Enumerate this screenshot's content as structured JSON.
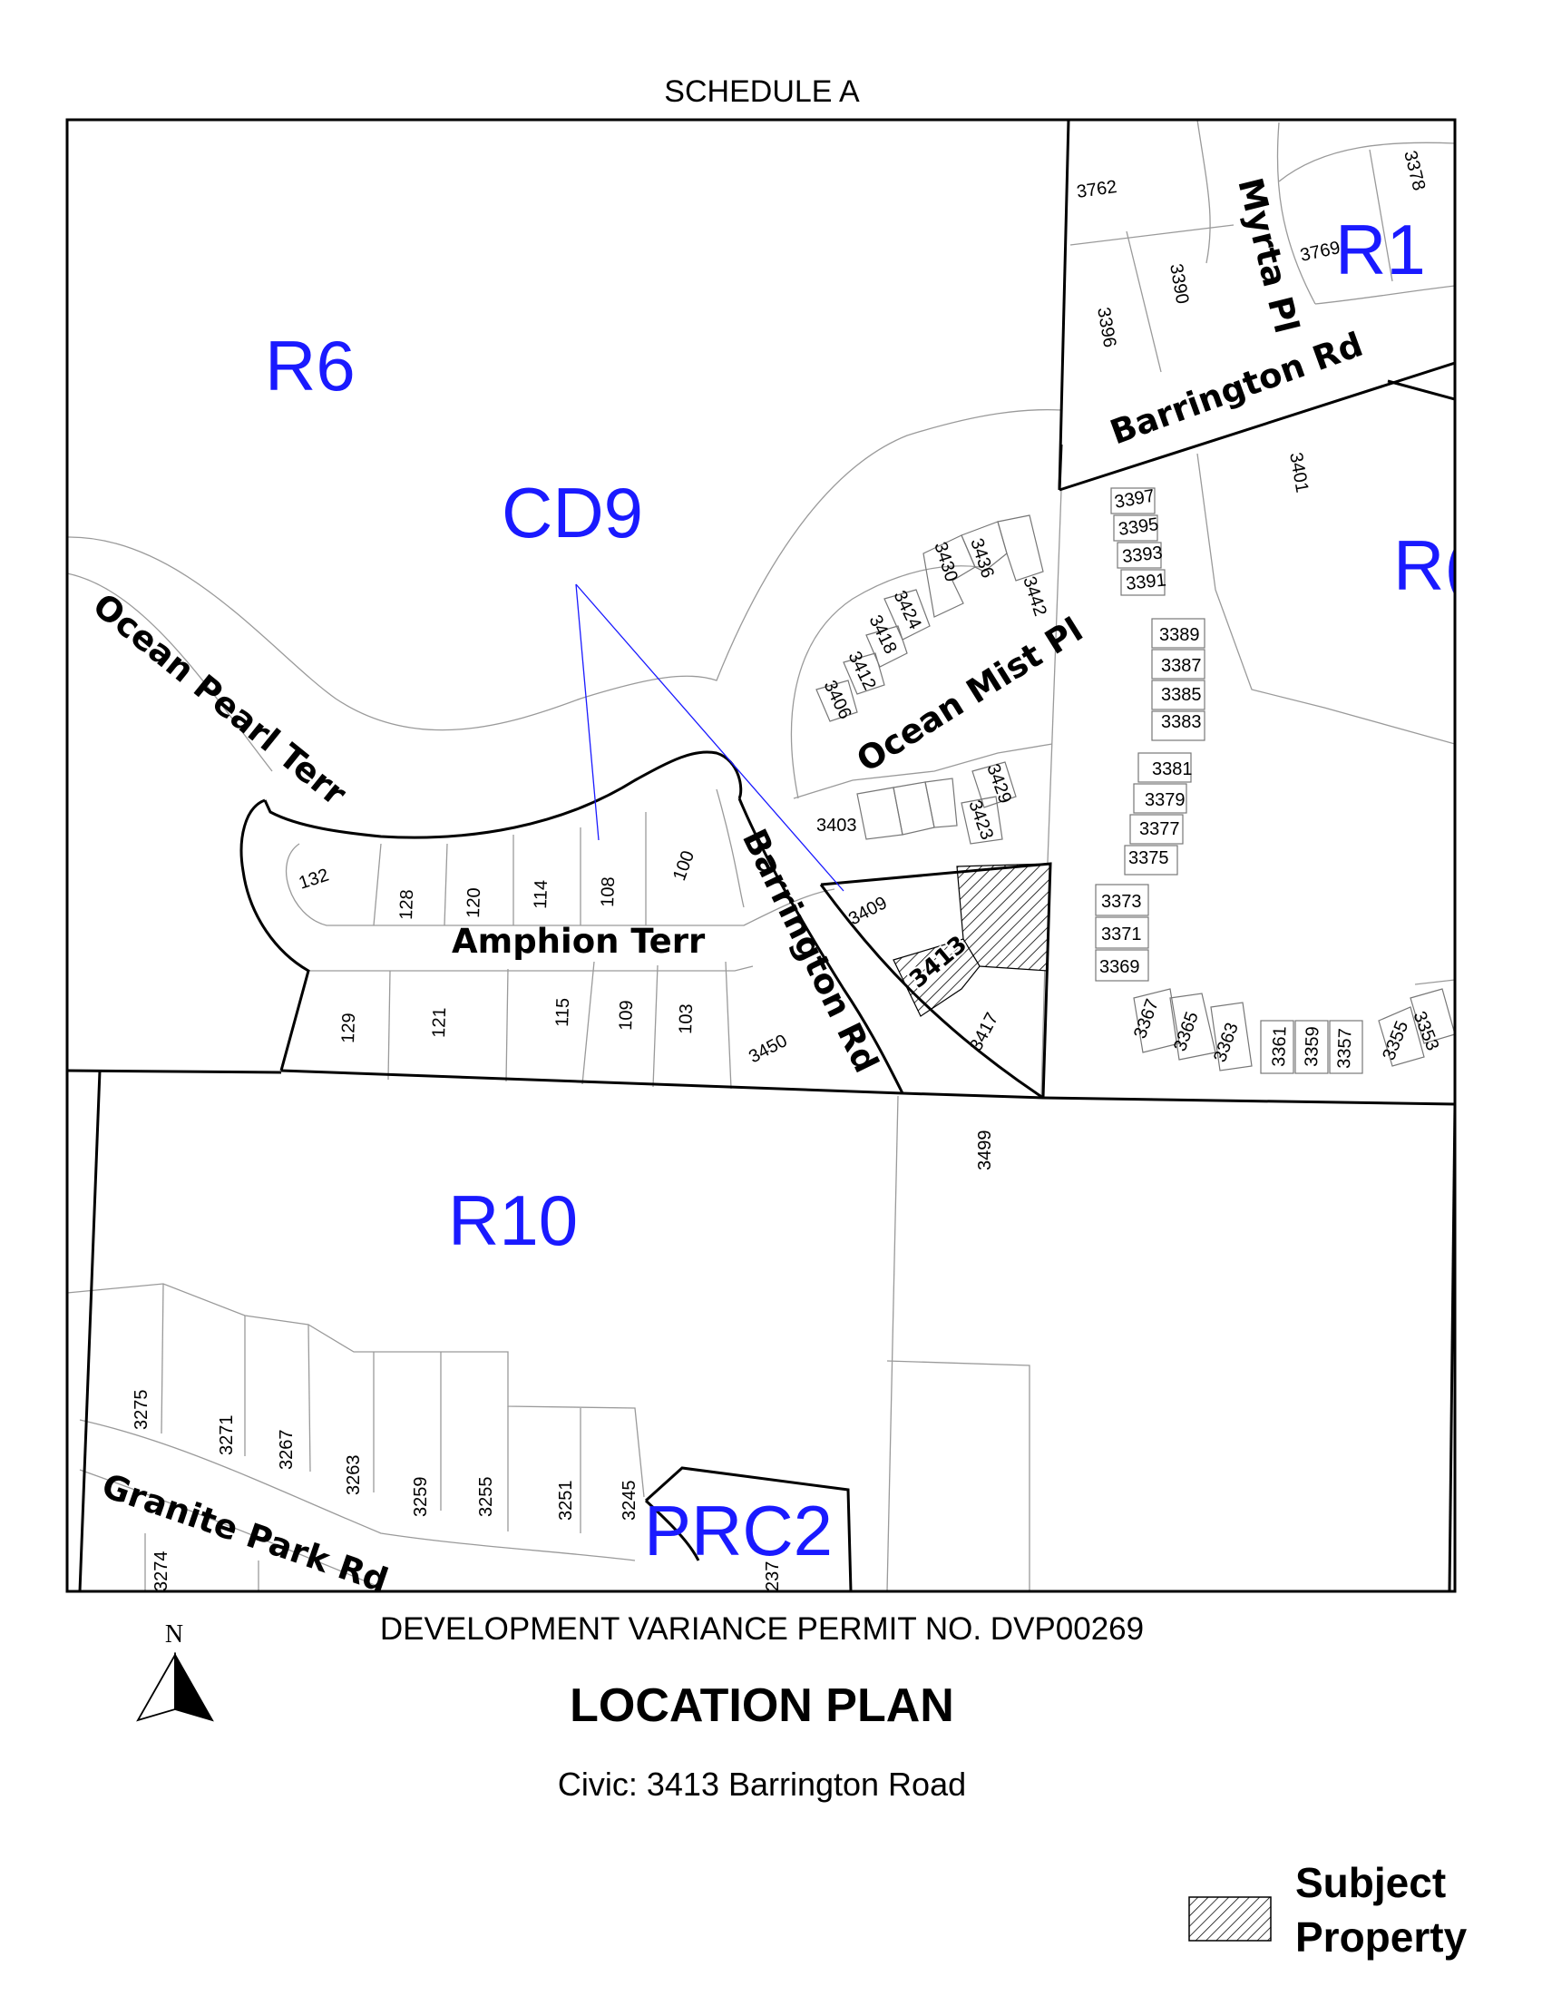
{
  "header": {
    "schedule": "SCHEDULE A"
  },
  "footer": {
    "permit": "DEVELOPMENT VARIANCE PERMIT NO. DVP00269",
    "title": "LOCATION PLAN",
    "civic": "Civic:  3413 Barrington Road"
  },
  "legend": {
    "subject": "Subject",
    "property": "Property"
  },
  "north_label": "N",
  "colors": {
    "zone": "#1a1aff",
    "line": "#000000",
    "parcel": "#9a9a9a"
  },
  "zones": {
    "r6": "R6",
    "cd9": "CD9",
    "r1": "R1",
    "r_cut": "R(",
    "r10": "R10",
    "prc2": "PRC2"
  },
  "roads": {
    "ocean_pearl": "Ocean Pearl Terr",
    "amphion": "Amphion Terr",
    "barrington_main": "Barrington Rd",
    "barrington_ne": "Barrington Rd",
    "myrta": "Myrta Pl",
    "ocean_mist": "Ocean Mist Pl",
    "granite": "Granite Park Rd"
  },
  "lots": {
    "l3762": "3762",
    "l3378": "3378",
    "l3769": "3769",
    "l3390": "3390",
    "l3396": "3396",
    "l3401": "3401",
    "l3397": "3397",
    "l3395": "3395",
    "l3393": "3393",
    "l3391": "3391",
    "l3389": "3389",
    "l3387": "3387",
    "l3385": "3385",
    "l3383": "3383",
    "l3381": "3381",
    "l3379": "3379",
    "l3377": "3377",
    "l3375": "3375",
    "l3373": "3373",
    "l3371": "3371",
    "l3369": "3369",
    "l3367": "3367",
    "l3365": "3365",
    "l3363": "3363",
    "l3361": "3361",
    "l3359": "3359",
    "l3357": "3357",
    "l3355": "3355",
    "l3353": "3353",
    "l3430": "3430",
    "l3436": "3436",
    "l3442": "3442",
    "l3424": "3424",
    "l3418": "3418",
    "l3412": "3412",
    "l3406": "3406",
    "l3403": "3403",
    "l3429": "3429",
    "l3423": "3423",
    "l3409": "3409",
    "l3413": "3413",
    "l3417": "3417",
    "l3450": "3450",
    "l3499": "3499",
    "l132": "132",
    "l128": "128",
    "l120": "120",
    "l114": "114",
    "l108": "108",
    "l100": "100",
    "l129": "129",
    "l121": "121",
    "l115": "115",
    "l109": "109",
    "l103": "103",
    "l3275": "3275",
    "l3271": "3271",
    "l3267": "3267",
    "l3263": "3263",
    "l3259": "3259",
    "l3255": "3255",
    "l3251": "3251",
    "l3245": "3245",
    "l3274": "3274",
    "l237": "237"
  }
}
